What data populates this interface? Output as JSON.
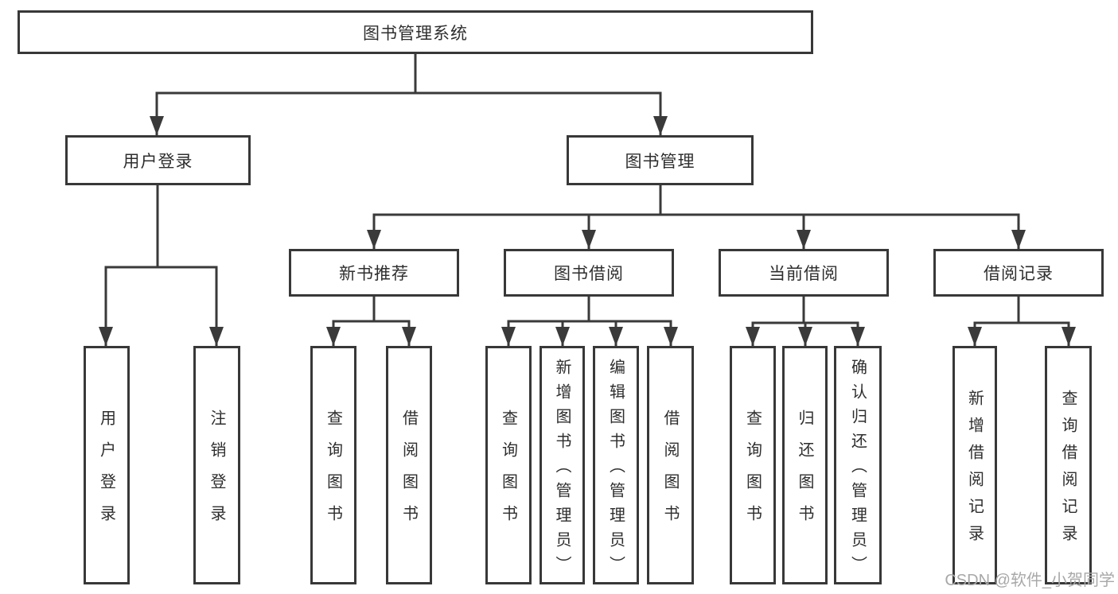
{
  "diagram": {
    "title": "图书管理系统",
    "colors": {
      "line": "#3a3a3a",
      "box_border": "#383838",
      "box_fill": "#ffffff",
      "text": "#2e2e2e",
      "watermark": "#a8a8a8",
      "background": "#ffffff"
    },
    "nodes": {
      "root": {
        "label": "图书管理系统"
      },
      "user_login": {
        "label": "用户登录"
      },
      "book_mgmt": {
        "label": "图书管理"
      },
      "new_book": {
        "label": "新书推荐"
      },
      "book_borrow": {
        "label": "图书借阅"
      },
      "current_borrow": {
        "label": "当前借阅"
      },
      "borrow_record": {
        "label": "借阅记录"
      },
      "ul_login": {
        "label": "用户登录"
      },
      "ul_logout": {
        "label": "注销登录"
      },
      "nb_query": {
        "label": "查询图书"
      },
      "nb_borrow": {
        "label": "借阅图书"
      },
      "bb_query": {
        "label": "查询图书"
      },
      "bb_add": {
        "label": "新增图书（管理员）"
      },
      "bb_edit": {
        "label": "编辑图书（管理员）"
      },
      "bb_borrow": {
        "label": "借阅图书"
      },
      "cb_query": {
        "label": "查询图书"
      },
      "cb_return": {
        "label": "归还图书"
      },
      "cb_confirm": {
        "label": "确认归还（管理员）"
      },
      "br_add": {
        "label": "新增借阅记录"
      },
      "br_query": {
        "label": "查询借阅记录"
      }
    },
    "hierarchy": {
      "图书管理系统": [
        "用户登录",
        "图书管理"
      ],
      "用户登录": [
        "用户登录",
        "注销登录"
      ],
      "图书管理": [
        "新书推荐",
        "图书借阅",
        "当前借阅",
        "借阅记录"
      ],
      "新书推荐": [
        "查询图书",
        "借阅图书"
      ],
      "图书借阅": [
        "查询图书",
        "新增图书（管理员）",
        "编辑图书（管理员）",
        "借阅图书"
      ],
      "当前借阅": [
        "查询图书",
        "归还图书",
        "确认归还（管理员）"
      ],
      "借阅记录": [
        "新增借阅记录",
        "查询借阅记录"
      ]
    },
    "watermark": "CSDN @软件_小贺同学"
  }
}
